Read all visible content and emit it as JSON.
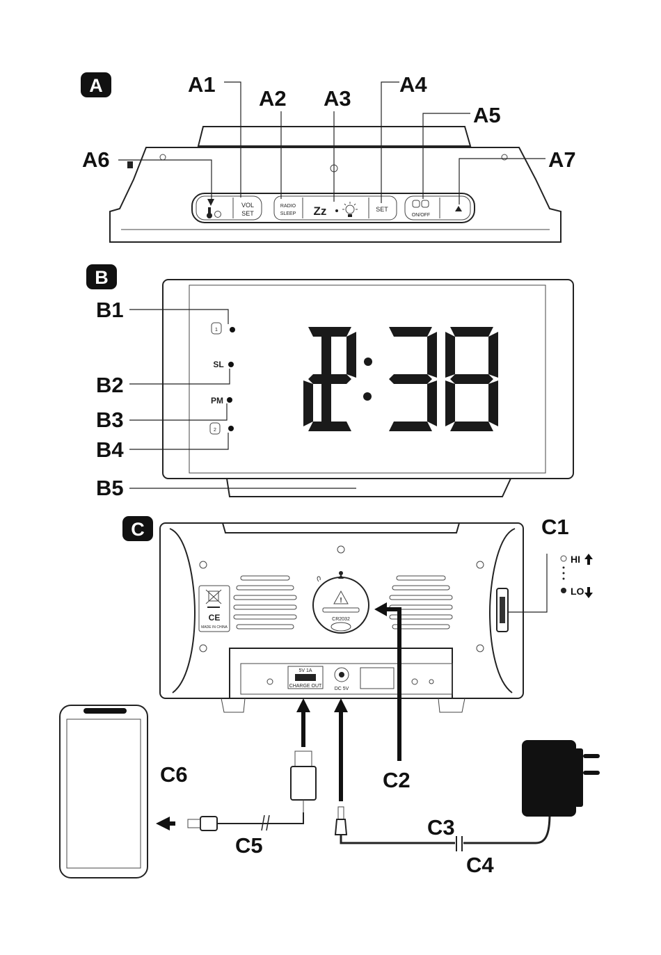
{
  "sections": {
    "a": "A",
    "b": "B",
    "c": "C"
  },
  "callouts": {
    "a1": "A1",
    "a2": "A2",
    "a3": "A3",
    "a4": "A4",
    "a5": "A5",
    "a6": "A6",
    "a7": "A7",
    "b1": "B1",
    "b2": "B2",
    "b3": "B3",
    "b4": "B4",
    "b5": "B5",
    "c1": "C1",
    "c2": "C2",
    "c3": "C3",
    "c4": "C4",
    "c5": "C5",
    "c6": "C6"
  },
  "top_panel": {
    "vol": "VOL",
    "set_small": "SET",
    "radio": "RADIO",
    "sleep": "SLEEP",
    "snooze": "Zz",
    "set": "SET",
    "alarm_onoff": "ON/OFF"
  },
  "display": {
    "time": "12:38",
    "indicator_alarm1": "1",
    "indicator_sl": "SL",
    "indicator_pm": "PM",
    "indicator_alarm2": "2"
  },
  "back_panel": {
    "battery": "CR2032",
    "usb_top": "5V 1A",
    "usb_bottom": "CHARGE OUT",
    "dc_in": "DC 5V",
    "made_in": "MADE IN CHINA",
    "ce": "CE",
    "dimmer_hi": "HI",
    "dimmer_lo": "LO"
  }
}
